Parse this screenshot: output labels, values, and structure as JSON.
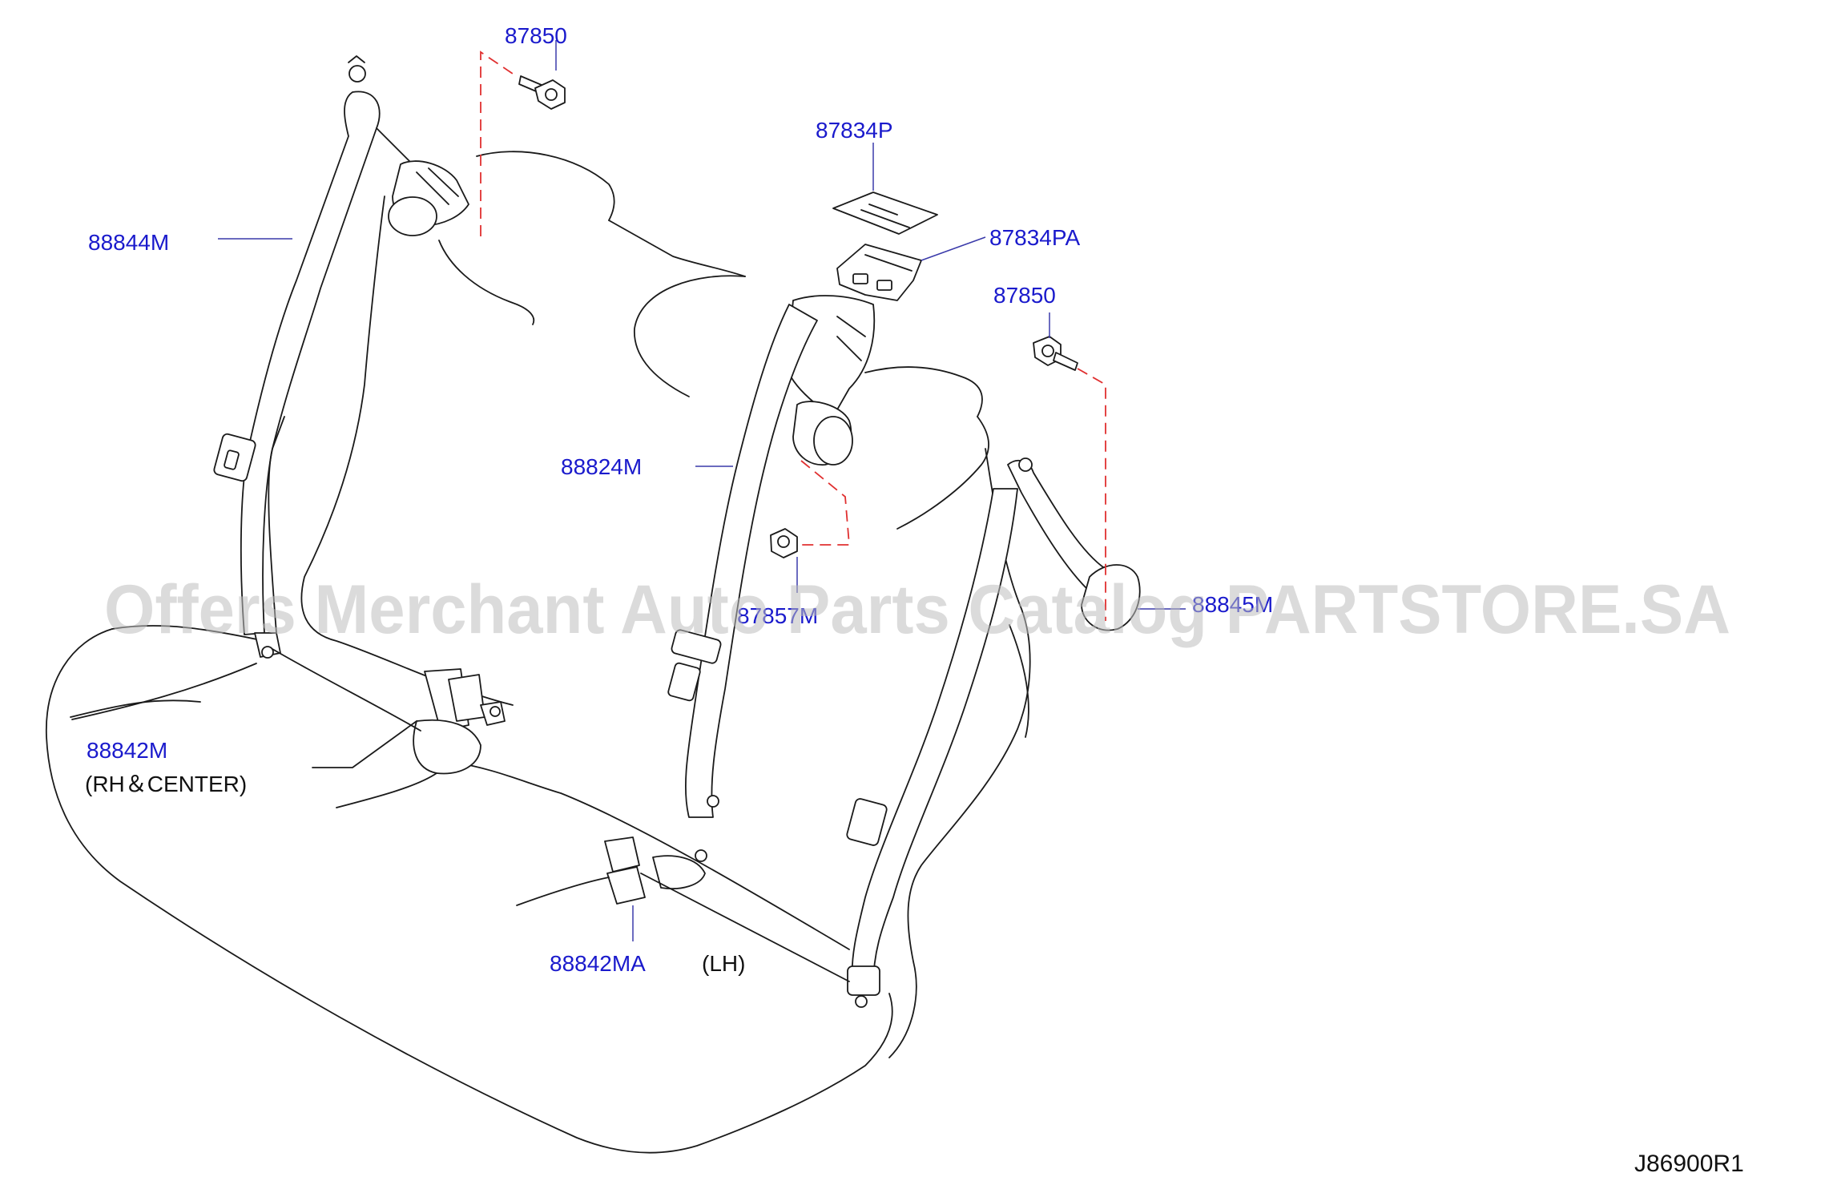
{
  "diagram": {
    "part_labels": {
      "bolt_top": "87850",
      "cover": "87834P",
      "bracket": "87834PA",
      "bolt_right": "87850",
      "belt_left": "88844M",
      "belt_center": "88824M",
      "nut": "87857M",
      "belt_right": "88845M",
      "buckle_rh": "88842M",
      "buckle_lh": "88842MA"
    },
    "notes": {
      "rh_center": "(RH＆CENTER)",
      "lh": "(LH)"
    },
    "reference_code": "J86900R1",
    "watermark": "Offers Merchant Auto Parts Catalog PARTSTORE.SA",
    "colors": {
      "label_blue": "#1a1acc",
      "dash_red": "#e03030",
      "line_black": "#1a1a1a"
    }
  }
}
